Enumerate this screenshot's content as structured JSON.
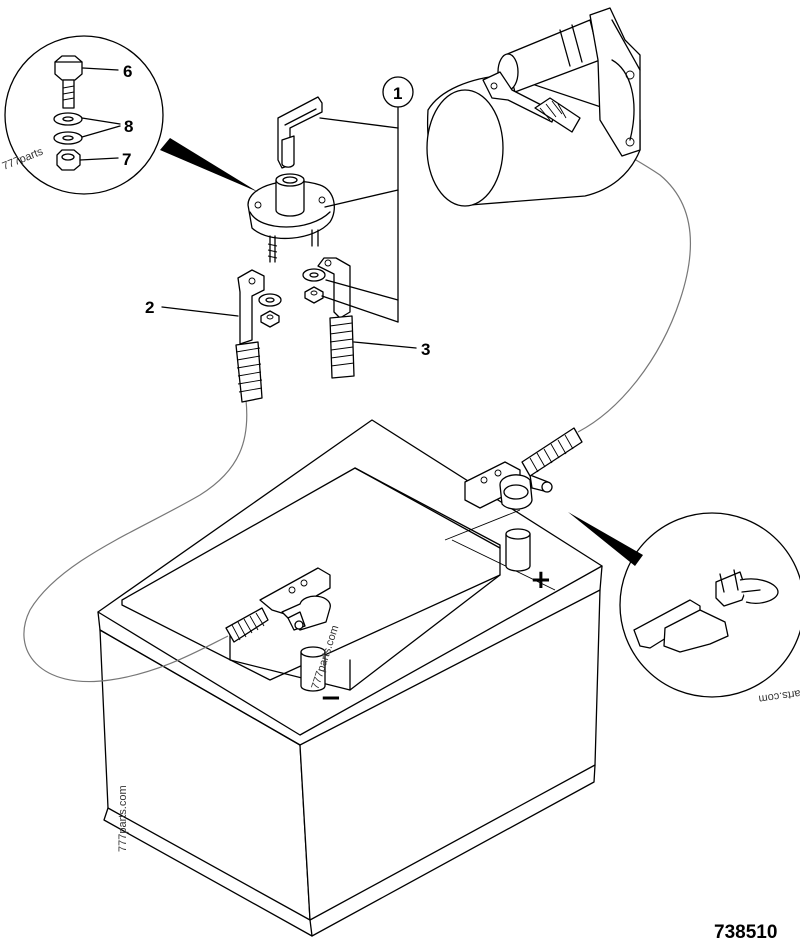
{
  "diagram": {
    "reference_number": "738510",
    "callouts": {
      "c1": "1",
      "c2": "2",
      "c3": "3",
      "c6": "6",
      "c7": "7",
      "c8": "8"
    },
    "terminal_symbols": {
      "positive": "+",
      "negative": "−"
    },
    "watermarks": {
      "battery_top": "777parts.com",
      "battery_side": "777parts.com",
      "left_inset": "777parts",
      "right_inset": "arts.com"
    }
  }
}
